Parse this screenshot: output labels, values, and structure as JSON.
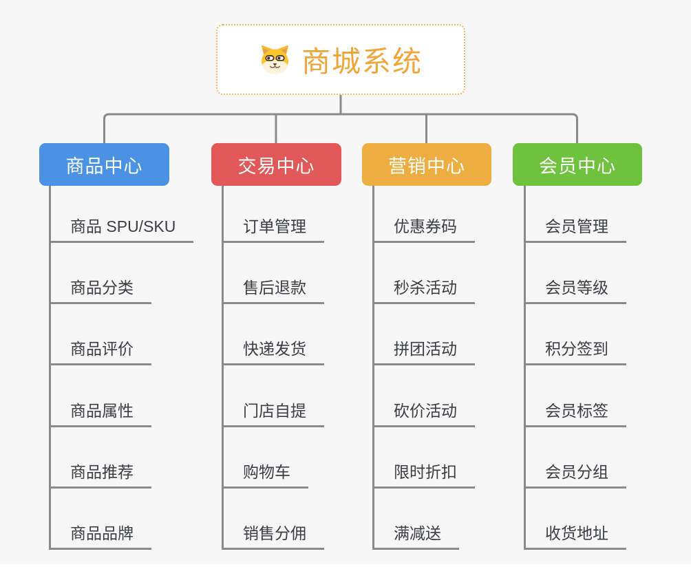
{
  "root": {
    "title": "商城系统",
    "icon": "shiba-dog-icon",
    "text_color": "#F0A63B",
    "border_color": "#EDB964"
  },
  "branches": [
    {
      "label": "商品中心",
      "color": "#4B92E5",
      "items": [
        "商品 SPU/SKU",
        "商品分类",
        "商品评价",
        "商品属性",
        "商品推荐",
        "商品品牌"
      ]
    },
    {
      "label": "交易中心",
      "color": "#E25858",
      "items": [
        "订单管理",
        "售后退款",
        "快递发货",
        "门店自提",
        "购物车",
        "销售分佣"
      ]
    },
    {
      "label": "营销中心",
      "color": "#EEAD41",
      "items": [
        "优惠券码",
        "秒杀活动",
        "拼团活动",
        "砍价活动",
        "限时折扣",
        "满减送"
      ]
    },
    {
      "label": "会员中心",
      "color": "#6FC23D",
      "items": [
        "会员管理",
        "会员等级",
        "积分签到",
        "会员标签",
        "会员分组",
        "收货地址"
      ]
    }
  ],
  "colors": {
    "canvas_background": "#F7F7F7",
    "connector_line": "#8A8A8A",
    "leaf_text": "#3A3D42"
  }
}
